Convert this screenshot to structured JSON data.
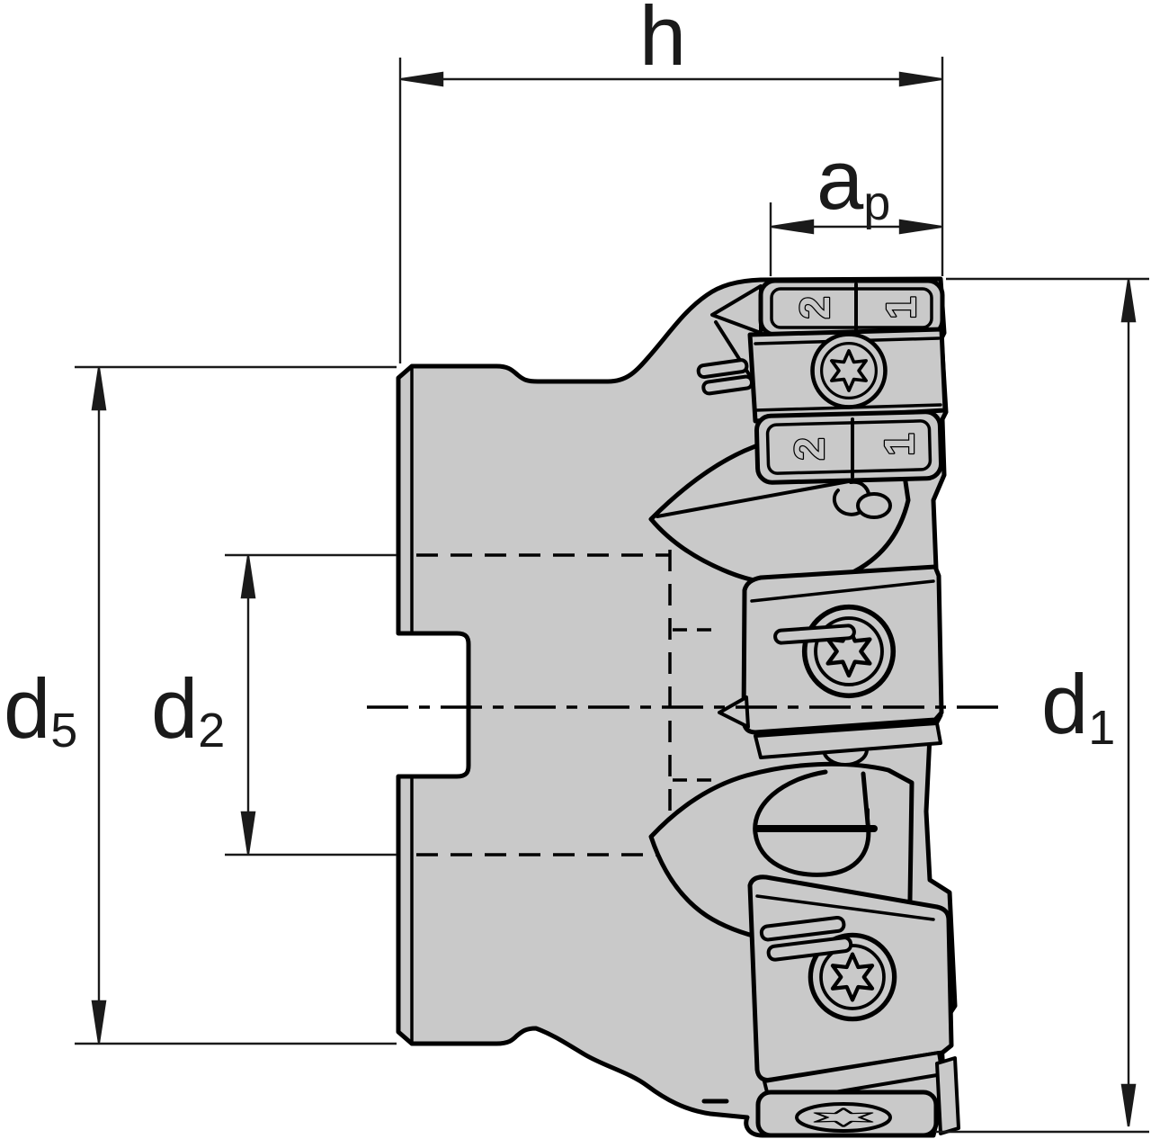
{
  "drawing": {
    "type": "technical-drawing",
    "subject": "indexable shell face milling cutter, side view with dimension callouts",
    "colors": {
      "background": "#ffffff",
      "body_fill": "#c9c9c9",
      "line": "#000000"
    },
    "dimensions": {
      "h": {
        "label": "h",
        "sub": "",
        "orientation": "horizontal",
        "measures": "cutter height"
      },
      "ap": {
        "label": "a",
        "sub": "p",
        "orientation": "horizontal",
        "measures": "max depth of cut"
      },
      "d5": {
        "label": "d",
        "sub": "5",
        "orientation": "vertical",
        "measures": "hub diameter"
      },
      "d2": {
        "label": "d",
        "sub": "2",
        "orientation": "vertical",
        "measures": "bore diameter"
      },
      "d1": {
        "label": "d",
        "sub": "1",
        "orientation": "vertical",
        "measures": "cutting diameter"
      }
    },
    "inserts": {
      "top_wiper": {
        "left_mark": "2",
        "right_mark": "1"
      },
      "second_wiper": {
        "left_mark": "2",
        "right_mark": "1"
      },
      "screw_type": "torx"
    }
  }
}
